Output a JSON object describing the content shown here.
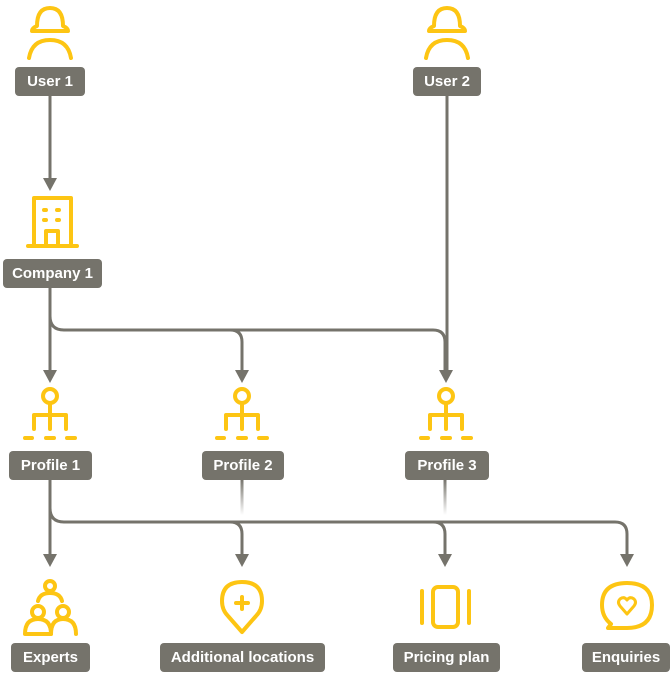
{
  "colors": {
    "accent": "#fdc513",
    "node": "#75736b"
  },
  "nodes": {
    "user1": "User 1",
    "user2": "User 2",
    "company1": "Company 1",
    "profile1": "Profile 1",
    "profile2": "Profile 2",
    "profile3": "Profile 3",
    "experts": "Experts",
    "additional_locations": "Additional locations",
    "pricing_plan": "Pricing plan",
    "enquiries": "Enquiries"
  }
}
